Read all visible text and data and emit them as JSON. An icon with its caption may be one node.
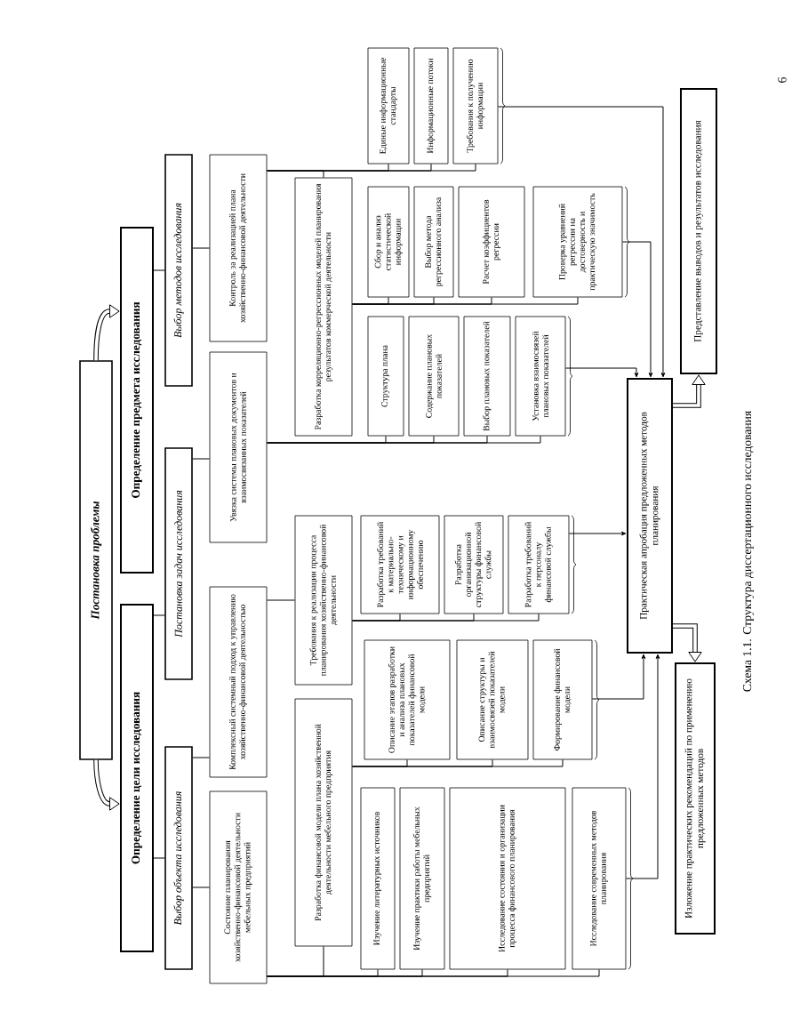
{
  "diagram": {
    "caption": "Схема 1.1. Структура диссертационного исследования",
    "nodes": [
      {
        "text": [
          "Постановка проблемы"
        ]
      },
      {
        "text": [
          "Определение цели исследования"
        ]
      },
      {
        "text": [
          "Определение предмета исследования"
        ]
      },
      {
        "text": [
          "Выбор объекта исследования"
        ]
      },
      {
        "text": [
          "Постановка задач исследования"
        ]
      },
      {
        "text": [
          "Выбор методов исследования"
        ]
      },
      {
        "text": [
          "Состояние планирования хозяйственно-финансовой деятельности мебельных предприятий"
        ]
      },
      {
        "text": [
          "Комплексный системный подход к управлению хозяйственно-финансовой деятельностью"
        ]
      },
      {
        "text": [
          "Увязка системы плановых документов и взаимосвязанных показателей"
        ]
      },
      {
        "text": [
          "Контроль за реализацией плана хозяйственно-финансовой деятельности"
        ]
      },
      {
        "text": [
          "Разработка финансовой модели плана хозяйственной деятельности мебельного предприятия"
        ]
      },
      {
        "text": [
          "Требования к реализации процесса планирования хозяйственно-финансовой деятельности"
        ]
      },
      {
        "text": [
          "Разработка корреляционно-регрессионных моделей планирования результатов коммерческой деятельности"
        ]
      },
      {
        "text": [
          "Единые информационные стандарты"
        ]
      },
      {
        "text": [
          "Информационные потоки"
        ]
      },
      {
        "text": [
          "Требования к получению информации"
        ]
      },
      {
        "text": [
          "Сбор и анализ статистической информации"
        ]
      },
      {
        "text": [
          "Выбор метода регрессионного анализа"
        ]
      },
      {
        "text": [
          "Расчет коэффициентов регрессии"
        ]
      },
      {
        "text": [
          "Проверка уравнений регрессии на достоверность и практическую значимость"
        ]
      },
      {
        "text": [
          "Структура плана"
        ]
      },
      {
        "text": [
          "Содержание плановых показателей"
        ]
      },
      {
        "text": [
          "Выбор плановых показателей"
        ]
      },
      {
        "text": [
          "Установка взаимосвязей плановых показателей"
        ]
      },
      {
        "text": [
          "Разработка требований к материально-техническому и информационному обеспечению"
        ]
      },
      {
        "text": [
          "Разработка организационной структуры финансовой службы"
        ]
      },
      {
        "text": [
          "Разработка требований к персоналу финансовой службы"
        ]
      },
      {
        "text": [
          "Описание этапов разработки и анализа плановых показателей финансовой модели"
        ]
      },
      {
        "text": [
          "Описание структуры и взаимосвязей показателей модели"
        ]
      },
      {
        "text": [
          "Формирование финансовой модели"
        ]
      },
      {
        "text": [
          "Изучение литературных источников"
        ]
      },
      {
        "text": [
          "Изучение практики работы мебельных предприятий"
        ]
      },
      {
        "text": [
          "Исследование состояния и организации процесса финансового планирования"
        ]
      },
      {
        "text": [
          "Исследование современных методов планирования"
        ]
      },
      {
        "text": [
          "Практическая апробация предложенных методов планирования"
        ]
      },
      {
        "text": [
          "Представление выводов и результатов исследования"
        ]
      },
      {
        "text": [
          "Изложение практических рекомендаций по применению предложенных методов"
        ]
      }
    ],
    "edges": [
      {
        "from": 0,
        "to": 1,
        "arrow": "to",
        "style": "thick"
      },
      {
        "from": 0,
        "to": 2,
        "arrow": "to",
        "style": "thick"
      },
      {
        "from": 1,
        "to": 3,
        "arrow": "none"
      },
      {
        "from": 1,
        "to": 4,
        "arrow": "none"
      },
      {
        "from": 2,
        "to": 5,
        "arrow": "none"
      },
      {
        "from": 3,
        "to": 6,
        "arrow": "none"
      },
      {
        "from": 3,
        "to": 7,
        "arrow": "none"
      },
      {
        "from": 4,
        "to": 8,
        "arrow": "none"
      },
      {
        "from": 5,
        "to": 9,
        "arrow": "none"
      },
      {
        "from": 6,
        "to": 10,
        "arrow": "none"
      },
      {
        "from": 7,
        "to": 11,
        "arrow": "none"
      },
      {
        "from": 9,
        "to": 12,
        "arrow": "none"
      },
      {
        "from": 9,
        "to": 13,
        "arrow": "none"
      },
      {
        "from": 9,
        "to": 14,
        "arrow": "none"
      },
      {
        "from": 9,
        "to": 15,
        "arrow": "none"
      },
      {
        "from": 12,
        "to": 16,
        "arrow": "none"
      },
      {
        "from": 12,
        "to": 17,
        "arrow": "none"
      },
      {
        "from": 12,
        "to": 18,
        "arrow": "none"
      },
      {
        "from": 12,
        "to": 19,
        "arrow": "none"
      },
      {
        "from": 8,
        "to": 20,
        "arrow": "none"
      },
      {
        "from": 8,
        "to": 21,
        "arrow": "none"
      },
      {
        "from": 8,
        "to": 22,
        "arrow": "none"
      },
      {
        "from": 8,
        "to": 23,
        "arrow": "none"
      },
      {
        "from": 11,
        "to": 24,
        "arrow": "none"
      },
      {
        "from": 11,
        "to": 25,
        "arrow": "none"
      },
      {
        "from": 11,
        "to": 26,
        "arrow": "none"
      },
      {
        "from": 10,
        "to": 27,
        "arrow": "none"
      },
      {
        "from": 10,
        "to": 28,
        "arrow": "none"
      },
      {
        "from": 10,
        "to": 29,
        "arrow": "none"
      },
      {
        "from": 6,
        "to": 30,
        "arrow": "none"
      },
      {
        "from": 6,
        "to": 31,
        "arrow": "none"
      },
      {
        "from": 6,
        "to": 32,
        "arrow": "none"
      },
      {
        "from": 6,
        "to": 33,
        "arrow": "none"
      },
      {
        "from": 23,
        "to": 34,
        "arrow": "to"
      },
      {
        "from": 19,
        "to": 34,
        "arrow": "to"
      },
      {
        "from": 15,
        "to": 34,
        "arrow": "to"
      },
      {
        "from": 26,
        "to": 34,
        "arrow": "to"
      },
      {
        "from": 29,
        "to": 34,
        "arrow": "to"
      },
      {
        "from": 33,
        "to": 34,
        "arrow": "to"
      },
      {
        "from": 34,
        "to": 35,
        "arrow": "to",
        "style": "thick"
      },
      {
        "from": 34,
        "to": 36,
        "arrow": "to",
        "style": "thick"
      }
    ],
    "labels": [
      "6"
    ]
  }
}
